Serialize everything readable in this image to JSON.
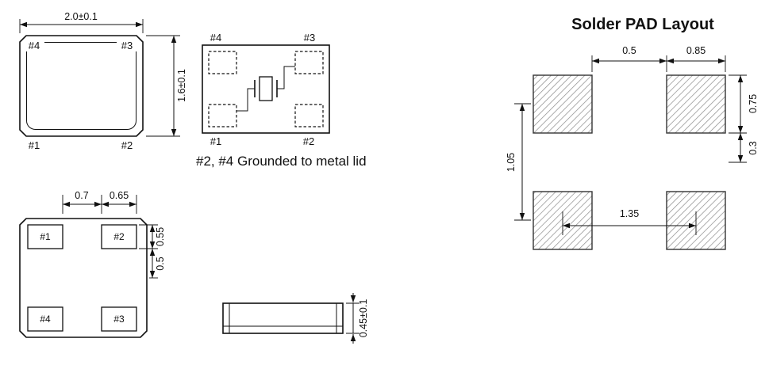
{
  "top_view": {
    "dim_width": "2.0±0.1",
    "dim_height": "1.6±0.1",
    "pad_tl": "#4",
    "pad_tr": "#3",
    "pad_bl": "#1",
    "pad_br": "#2"
  },
  "internal_view": {
    "pad_tl": "#4",
    "pad_tr": "#3",
    "pad_bl": "#1",
    "pad_br": "#2",
    "note": "#2, #4 Grounded to metal lid"
  },
  "bottom_view": {
    "pad_tl": "#1",
    "pad_tr": "#2",
    "pad_bl": "#4",
    "pad_br": "#3",
    "dim_pad_gap_x": "0.7",
    "dim_pad_width": "0.65",
    "dim_pad_height": "0.55",
    "dim_pad_gap_y": "0.5"
  },
  "side_view": {
    "dim_thickness": "0.45±0.1"
  },
  "solder_pad_layout": {
    "title": "Solder PAD Layout",
    "dim_pad_gap_x": "0.5",
    "dim_pad_width": "0.85",
    "dim_pad_height": "0.75",
    "dim_offset_y": "0.3",
    "dim_pitch_y": "1.05",
    "dim_pitch_x": "1.35"
  }
}
